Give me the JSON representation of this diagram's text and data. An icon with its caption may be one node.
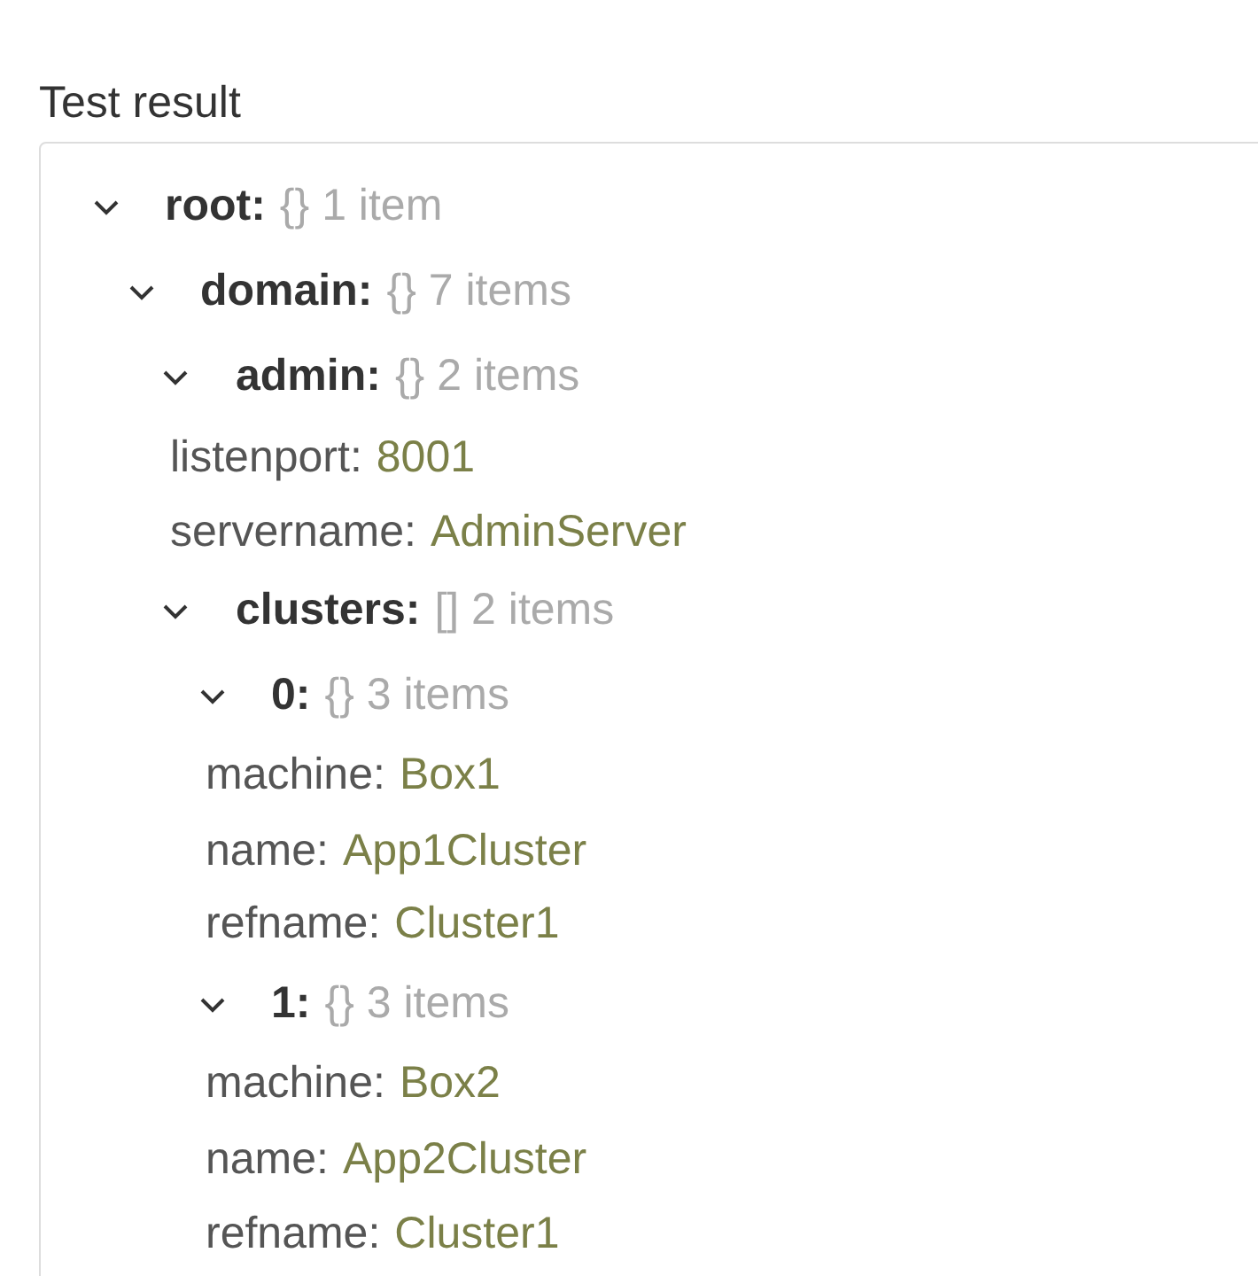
{
  "diagram": {
    "title": "Test result",
    "labels": [
      "root:",
      "{} 1 item",
      "domain:",
      "{} 7 items",
      "admin:",
      "{} 2 items",
      "listenport:",
      "8001",
      "servername:",
      "AdminServer",
      "clusters:",
      "[] 2 items",
      "0:",
      "{} 3 items",
      "machine:",
      "Box1",
      "name:",
      "App1Cluster",
      "refname:",
      "Cluster1",
      "1:",
      "{} 3 items",
      "machine:",
      "Box2",
      "name:",
      "App2Cluster",
      "refname:",
      "Cluster1"
    ]
  }
}
